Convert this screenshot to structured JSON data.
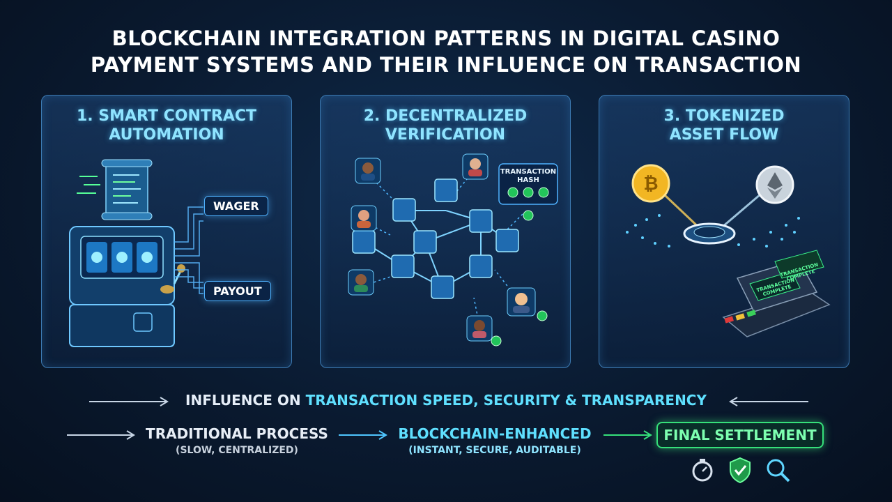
{
  "title": {
    "line1": "BLOCKCHAIN INTEGRATION PATTERNS IN DIGITAL CASINO",
    "line2": "PAYMENT SYSTEMS AND THEIR INFLUENCE ON TRANSACTION"
  },
  "panels": [
    {
      "title_line1": "1. SMART CONTRACT",
      "title_line2": "AUTOMATION",
      "labels": {
        "wager": "WAGER",
        "payout": "PAYOUT"
      }
    },
    {
      "title_line1": "2. DECENTRALIZED",
      "title_line2": "VERIFICATION",
      "hash_box": {
        "line1": "TRANSACTION",
        "line2": "HASH"
      }
    },
    {
      "title_line1": "3. TOKENIZED",
      "title_line2": "ASSET FLOW",
      "terminal": {
        "receipt": "TRANSACTION COMPLETE",
        "screen": "TRANSACTION COMPLETE"
      }
    }
  ],
  "influence": {
    "prefix": "INFLUENCE ON ",
    "highlight": "TRANSACTION SPEED, SECURITY & TRANSPARENCY"
  },
  "flow": {
    "traditional": {
      "label": "TRADITIONAL PROCESS",
      "sub": "(SLOW, CENTRALIZED)"
    },
    "enhanced": {
      "label": "BLOCKCHAIN-ENHANCED",
      "sub": "(INSTANT, SECURE, AUDITABLE)"
    },
    "final": "FINAL SETTLEMENT"
  },
  "icons": [
    "stopwatch-icon",
    "shield-check-icon",
    "magnifier-icon"
  ],
  "colors": {
    "accent": "#5fe0ff",
    "success": "#36e07a",
    "border": "#3d7bb3"
  }
}
